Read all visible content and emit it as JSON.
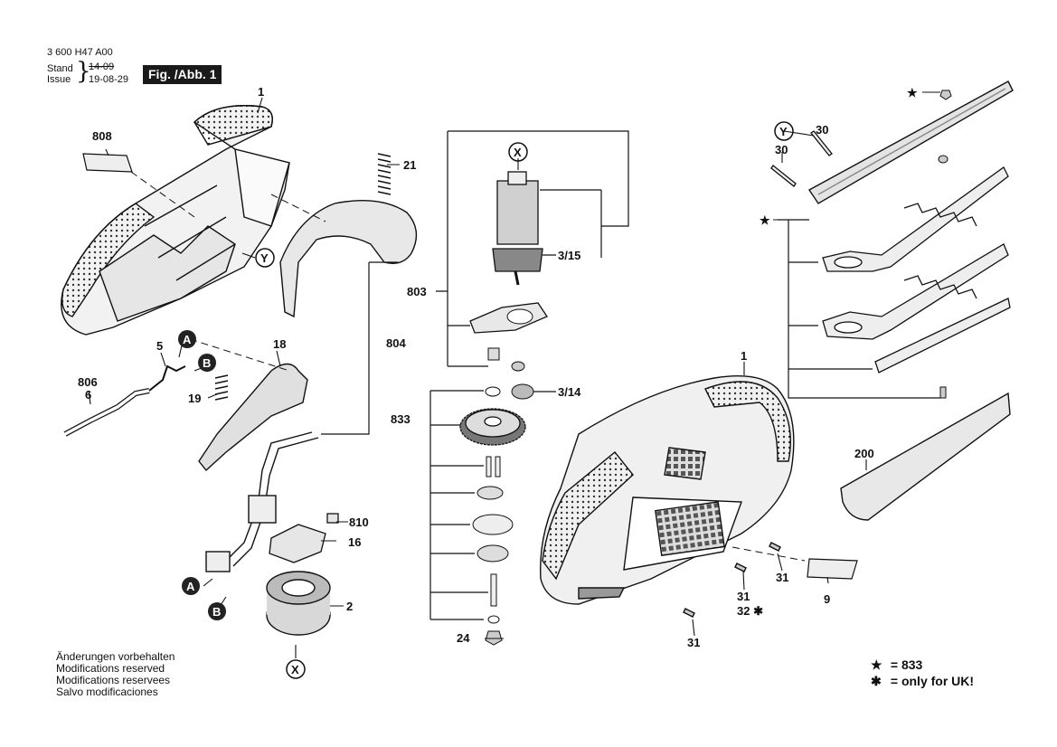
{
  "header": {
    "doc_number": "3 600 H47 A00",
    "stand_label": "Stand",
    "stand_value": "14-09",
    "issue_label": "Issue",
    "issue_value": "19-08-29",
    "figure_badge": "Fig. /Abb. 1"
  },
  "labels": {
    "p1_top": "1",
    "p808": "808",
    "p21": "21",
    "pY_a": "Y",
    "p5": "5",
    "pA_1": "A",
    "pB_1": "B",
    "p18": "18",
    "p806": "806",
    "p6": "6",
    "p19": "19",
    "p804": "804",
    "p810": "810",
    "p16": "16",
    "pA_2": "A",
    "pB_2": "B",
    "p2": "2",
    "pX_bottom": "X",
    "pX_top": "X",
    "p3_15": "3/15",
    "p803": "803",
    "p3_14": "3/14",
    "p833": "833",
    "p24": "24",
    "p1_right": "1",
    "p31_a": "31",
    "p31_b": "31",
    "p32": "32 ✱",
    "p31_c": "31",
    "p9": "9",
    "pY_b": "Y",
    "p30_a": "30",
    "p30_b": "30",
    "p200": "200",
    "star_a": "★",
    "star_b": "★"
  },
  "notes": [
    "Änderungen vorbehalten",
    "Modifications reserved",
    "Modifications reservees",
    "Salvo modificaciones"
  ],
  "legend": [
    {
      "symbol": "★",
      "text": "= 833"
    },
    {
      "symbol": "✱",
      "text": "= only for UK!"
    }
  ]
}
